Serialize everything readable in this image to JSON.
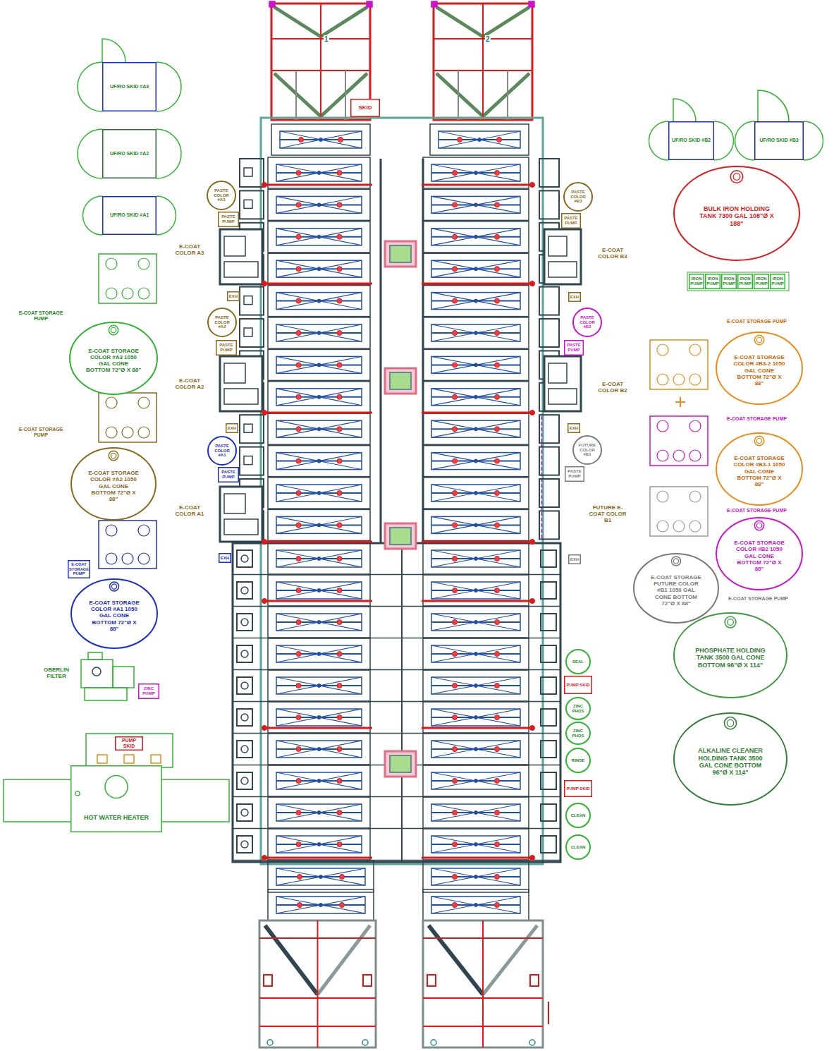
{
  "diagram": {
    "nodes": [
      {
        "text": [
          "UF/RO SKID #A3"
        ]
      },
      {
        "text": [
          "UF/RO SKID #A2"
        ]
      },
      {
        "text": [
          "UF/RO SKID #A1"
        ]
      },
      {
        "text": [
          "SKID"
        ]
      },
      {
        "text": [
          "UF/RO SKID #B2"
        ]
      },
      {
        "text": [
          "UF/RO SKID #B3"
        ]
      },
      {
        "text": [
          "BULK IRON HOLDING TANK 7300 GAL 108\"Ø X 188\""
        ]
      },
      {
        "text": [
          "IRON PUMP"
        ]
      },
      {
        "text": [
          "IRON PUMP"
        ]
      },
      {
        "text": [
          "IRON PUMP"
        ]
      },
      {
        "text": [
          "IRON PUMP"
        ]
      },
      {
        "text": [
          "IRON PUMP"
        ]
      },
      {
        "text": [
          "IRON PUMP"
        ]
      },
      {
        "text": [
          "PASTE COLOR #A3"
        ]
      },
      {
        "text": [
          "PASTE PUMP"
        ]
      },
      {
        "text": [
          "PASTE COLOR #B3"
        ]
      },
      {
        "text": [
          "PASTE PUMP"
        ]
      },
      {
        "text": [
          "EXH"
        ]
      },
      {
        "text": [
          "EXH"
        ]
      },
      {
        "text": [
          "PASTE COLOR #A2"
        ]
      },
      {
        "text": [
          "PASTE PUMP"
        ]
      },
      {
        "text": [
          "PASTE COLOR #B2"
        ]
      },
      {
        "text": [
          "PASTE PUMP"
        ]
      },
      {
        "text": [
          "E-COAT STORAGE COLOR #A3 1050 GAL CONE BOTTOM 72\"Ø X 88\""
        ]
      },
      {
        "text": [
          "EXH"
        ]
      },
      {
        "text": [
          "EXH"
        ]
      },
      {
        "text": [
          "PASTE COLOR #A1"
        ]
      },
      {
        "text": [
          "PASTE PUMP"
        ]
      },
      {
        "text": [
          "FUTURE COLOR #B1"
        ]
      },
      {
        "text": [
          "PASTE PUMP"
        ]
      },
      {
        "text": [
          "E-COAT STORAGE COLOR #A2 1050 GAL CONE BOTTOM 72\"Ø X 88\""
        ]
      },
      {
        "text": [
          "E-COAT STORAGE COLOR #B3-2 1050 GAL CONE BOTTOM 72\"Ø X 88\""
        ]
      },
      {
        "text": [
          "E-COAT STORAGE COLOR #B3-1 1050 GAL CONE BOTTOM 72\"Ø X 88\""
        ]
      },
      {
        "text": [
          "E-COAT STORAGE COLOR #B2 1050 GAL CONE BOTTOM 72\"Ø X 88\""
        ]
      },
      {
        "text": [
          "EXH"
        ]
      },
      {
        "text": [
          "EXH"
        ]
      },
      {
        "text": [
          "E-COAT STORAGE PUMP"
        ]
      },
      {
        "text": [
          "E-COAT STORAGE COLOR #A1 1050 GAL CONE BOTTOM 72\"Ø X 88\""
        ]
      },
      {
        "text": [
          "E-COAT STORAGE FUTURE COLOR #B1 1050 GAL CONE BOTTOM 72\"Ø X 88\""
        ]
      },
      {
        "text": [
          "PHOSPHATE HOLDING TANK 3500 GAL CONE BOTTOM 96\"Ø X 114\""
        ]
      },
      {
        "text": [
          "SEAL"
        ]
      },
      {
        "text": [
          "PUMP SKID"
        ]
      },
      {
        "text": [
          "ZINC PUMP"
        ]
      },
      {
        "text": [
          "ZINC PHOS"
        ]
      },
      {
        "text": [
          "ZINC PHOS"
        ]
      },
      {
        "text": [
          "ALKALINE CLEANER HOLDING TANK 3500 GAL CONE BOTTOM 96\"Ø X 114\""
        ]
      },
      {
        "text": [
          "PUMP SKID"
        ]
      },
      {
        "text": [
          "RINSE"
        ]
      },
      {
        "text": [
          "HOT WATER HEATER"
        ]
      },
      {
        "text": [
          "PUMP SKID"
        ]
      },
      {
        "text": [
          "CLEAN"
        ]
      },
      {
        "text": [
          "CLEAN"
        ]
      }
    ],
    "labels": [
      "1",
      "2",
      "E-COAT COLOR A3",
      "E-COAT COLOR B3",
      "E-COAT STORAGE PUMP",
      "E-COAT COLOR A2",
      "E-COAT COLOR B2",
      "E-COAT STORAGE PUMP",
      "E-COAT STORAGE PUMP",
      "E-COAT COLOR A1",
      "FUTURE E-COAT COLOR B1",
      "E-COAT STORAGE PUMP",
      "E-COAT STORAGE PUMP",
      "E-COAT STORAGE PUMP",
      "OBERLIN FILTER"
    ]
  }
}
